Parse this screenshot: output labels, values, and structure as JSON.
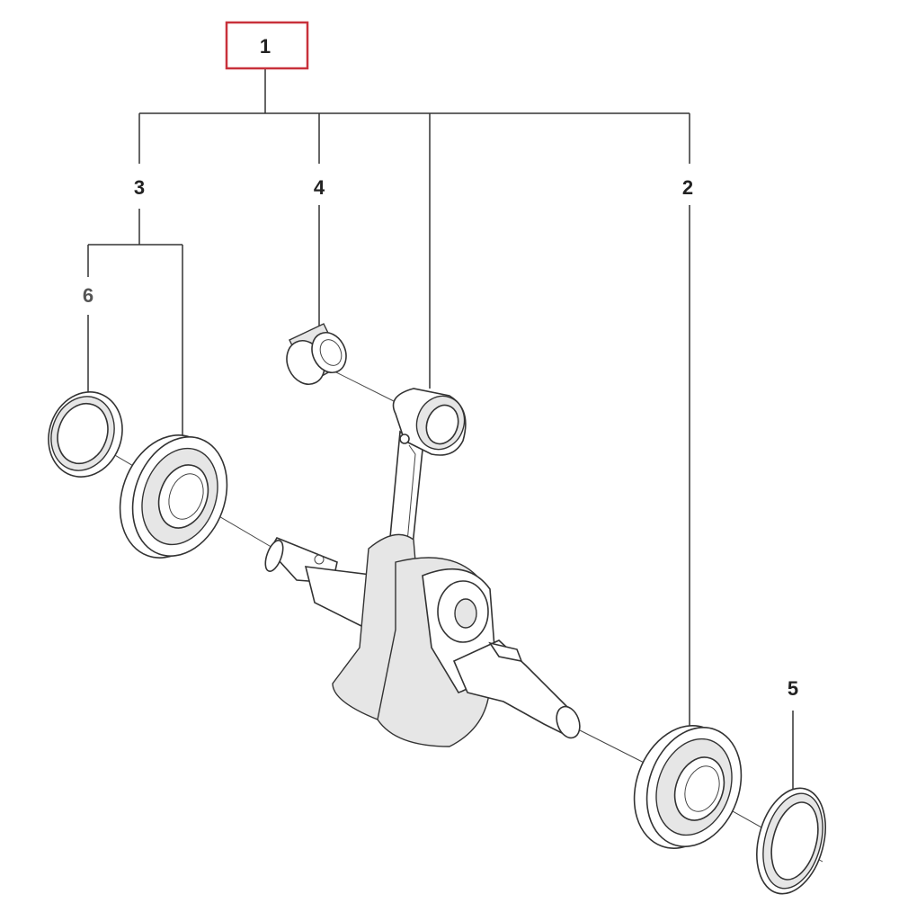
{
  "diagram": {
    "callouts": [
      {
        "id": "1",
        "label": "1",
        "highlighted": true
      },
      {
        "id": "2",
        "label": "2"
      },
      {
        "id": "3",
        "label": "3"
      },
      {
        "id": "4",
        "label": "4"
      },
      {
        "id": "5",
        "label": "5"
      },
      {
        "id": "6",
        "label": "6"
      }
    ],
    "highlight_color": "#c8313b"
  }
}
